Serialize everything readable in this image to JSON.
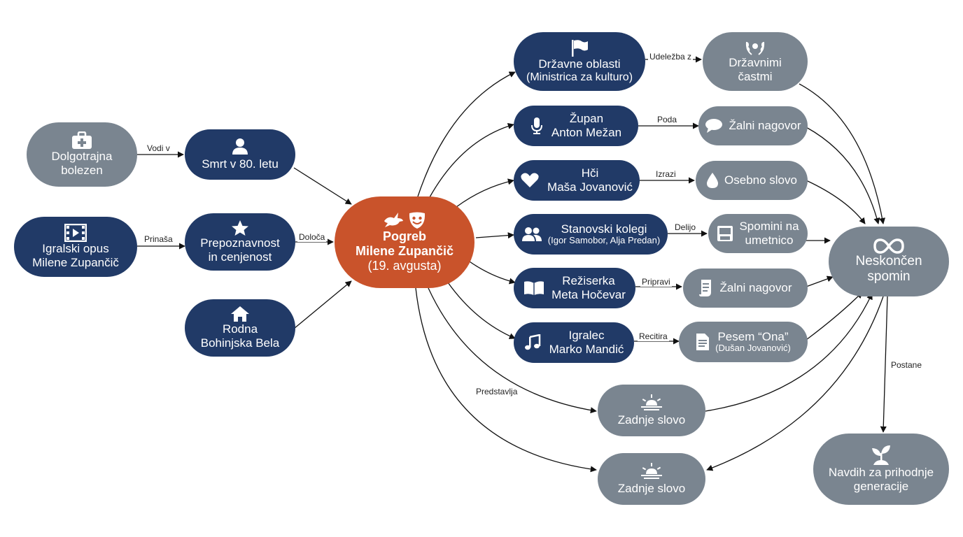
{
  "nodes": {
    "dolgotrajna": {
      "line1": "Dolgotrajna",
      "line2": "bolezen"
    },
    "smrt": {
      "line1": "Smrt v 80. letu"
    },
    "igralski": {
      "line1": "Igralski opus",
      "line2": "Milene Zupančič"
    },
    "prepoznavnost": {
      "line1": "Prepoznavnost",
      "line2": "in cenjenost"
    },
    "rodna": {
      "line1": "Rodna",
      "line2": "Bohinjska Bela"
    },
    "pogreb": {
      "line1": "Pogreb",
      "line2": "Milene Zupančič",
      "line3": "(19. avgusta)"
    },
    "drzavne": {
      "line1": "Državne oblasti",
      "line2": "(Ministrica za kulturo)"
    },
    "zupan": {
      "line1": "Župan",
      "line2": "Anton Mežan"
    },
    "hci": {
      "line1": "Hči",
      "line2": "Maša Jovanović"
    },
    "stanovski": {
      "line1": "Stanovski kolegi",
      "line2": "(Igor Samobor, Alja Predan)"
    },
    "reziserka": {
      "line1": "Režiserka",
      "line2": "Meta Hočevar"
    },
    "igralec": {
      "line1": "Igralec",
      "line2": "Marko Mandić"
    },
    "drzavnimi": {
      "line1": "Državnimi",
      "line2": "častmi"
    },
    "zalni1": {
      "line1": "Žalni nagovor"
    },
    "osebno": {
      "line1": "Osebno slovo"
    },
    "spomini": {
      "line1": "Spomini na",
      "line2": "umetnico"
    },
    "zalni2": {
      "line1": "Žalni nagovor"
    },
    "pesem": {
      "line1": "Pesem “Ona”",
      "line2": "(Dušan Jovanović)"
    },
    "zadnje1": {
      "line1": "Zadnje slovo"
    },
    "zadnje2": {
      "line1": "Zadnje slovo"
    },
    "neskoncen": {
      "line1": "Neskončen",
      "line2": "spomin"
    },
    "navdih": {
      "line1": "Navdih za prihodnje",
      "line2": "generacije"
    }
  },
  "edge_labels": {
    "vodi_v": "Vodi v",
    "prinasa": "Prinaša",
    "doloca": "Določa",
    "udelezba": "Udeležba z",
    "poda": "Poda",
    "izrazi": "Izrazi",
    "delijo": "Delijo",
    "pripravi": "Pripravi",
    "recitira": "Recitira",
    "predstavlja": "Predstavlja",
    "postane": "Postane"
  },
  "icons": {
    "dolgotrajna": "medical-kit-icon",
    "smrt": "person-icon",
    "igralski": "film-icon",
    "prepoznavnost": "star-icon",
    "rodna": "house-icon",
    "pogreb": "dove-theatre-mask-icon",
    "drzavne": "flag-icon",
    "zupan": "microphone-icon",
    "hci": "heart-icon",
    "stanovski": "people-icon",
    "reziserka": "book-icon",
    "igralec": "music-note-icon",
    "drzavnimi": "laurel-icon",
    "zalni1": "speech-bubble-icon",
    "osebno": "drop-icon",
    "spomini": "photo-memory-icon",
    "zalni2": "scroll-icon",
    "pesem": "document-icon",
    "zadnje": "sunset-icon",
    "neskoncen": "infinity-icon",
    "navdih": "sprout-icon"
  },
  "colors": {
    "navy": "#213a67",
    "gray": "#7a8590",
    "orange": "#c9532b"
  }
}
